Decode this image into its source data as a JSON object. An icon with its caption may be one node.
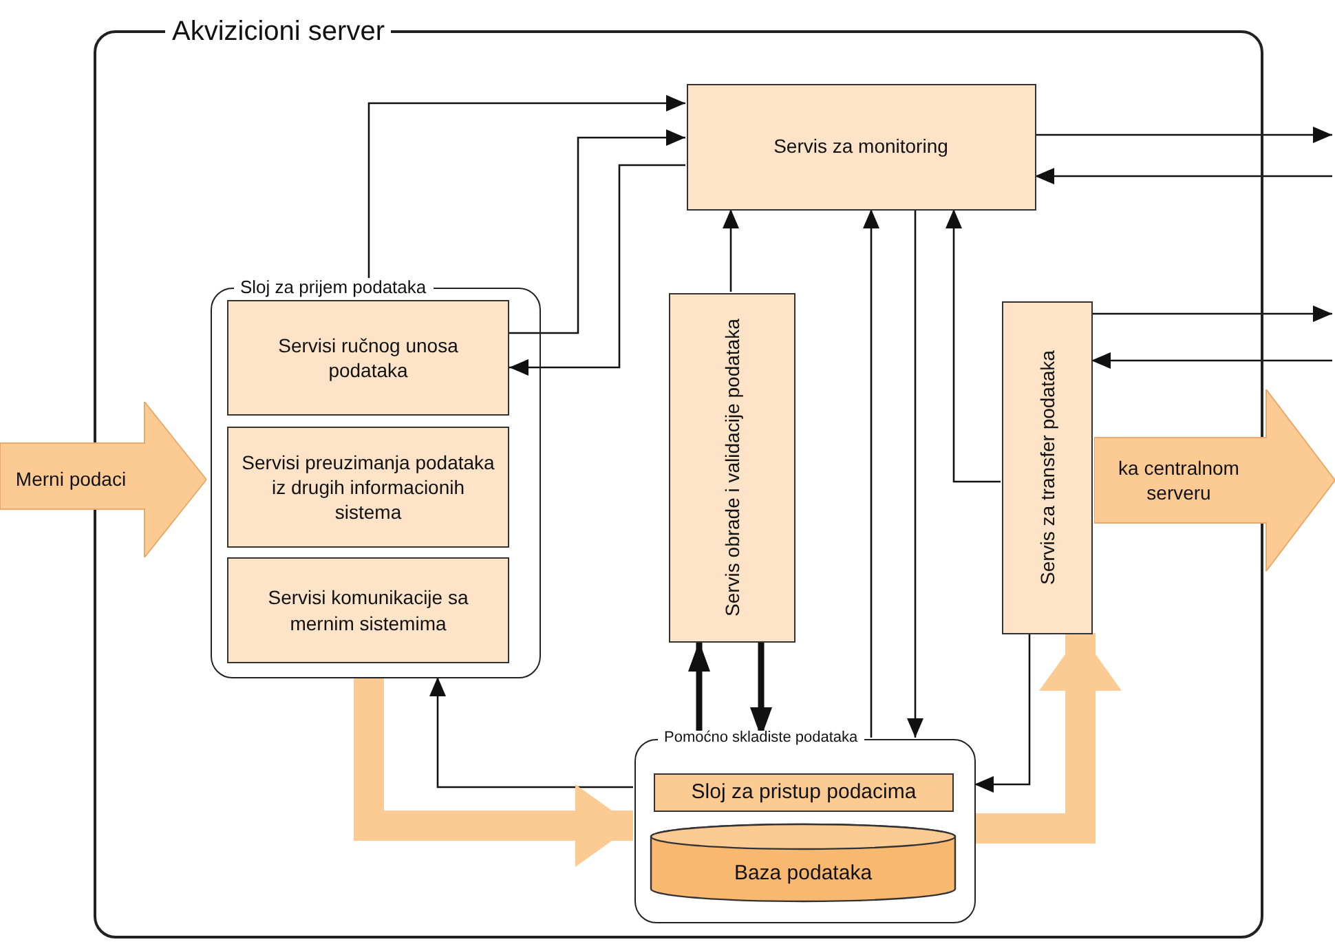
{
  "diagram": {
    "nodes": [
      {
        "text": [
          "Akvizicioni server"
        ]
      },
      {
        "text": [
          "Sloj za prijem podataka"
        ],
        "in": 0
      },
      {
        "text": [
          "Servisi ručnog unosa podataka"
        ],
        "in": 1
      },
      {
        "text": [
          "Servisi preuzimanja podataka iz drugih informacionih sistema"
        ],
        "in": 1
      },
      {
        "text": [
          "Servisi komunikacije sa mernim sistemima"
        ],
        "in": 1
      },
      {
        "text": [
          "Servis za monitoring"
        ],
        "in": 0
      },
      {
        "text": [
          "Servis obrade i validacije podataka"
        ],
        "in": 0
      },
      {
        "text": [
          "Servis za transfer podataka"
        ],
        "in": 0
      },
      {
        "text": [
          "Pomoćno skladiste podataka"
        ],
        "in": 0
      },
      {
        "text": [
          "Sloj za pristup podacima"
        ],
        "in": 8
      },
      {
        "text": [
          "Baza podataka"
        ],
        "in": 8
      },
      {
        "text": [
          "Merni podaci"
        ]
      },
      {
        "text": [
          "ka centralnom serveru"
        ]
      }
    ],
    "edges": [
      {
        "from": 1,
        "to": 5,
        "arrow": "to"
      },
      {
        "from": 2,
        "to": 5,
        "arrow": "to"
      },
      {
        "from": 5,
        "to": 2,
        "arrow": "to"
      },
      {
        "from": 6,
        "to": 5,
        "arrow": "to"
      },
      {
        "from": 8,
        "to": 5,
        "arrow": "to"
      },
      {
        "from": 5,
        "to": 8,
        "arrow": "to"
      },
      {
        "from": 7,
        "to": 5,
        "arrow": "to"
      },
      {
        "from": 5,
        "to": null,
        "arrow": "to"
      },
      {
        "from": null,
        "to": 5,
        "arrow": "to"
      },
      {
        "from": 7,
        "to": null,
        "arrow": "to"
      },
      {
        "from": null,
        "to": 7,
        "arrow": "to"
      },
      {
        "from": 8,
        "to": 6,
        "arrow": "to",
        "style": "thick"
      },
      {
        "from": 6,
        "to": 8,
        "arrow": "to",
        "style": "thick"
      },
      {
        "from": 8,
        "to": 1,
        "arrow": "to"
      },
      {
        "from": 7,
        "to": 8,
        "arrow": "to"
      },
      {
        "from": 1,
        "to": 8,
        "arrow": "to",
        "style": "thick",
        "color": "#fccb94"
      },
      {
        "from": 8,
        "to": 7,
        "arrow": "to",
        "style": "thick",
        "color": "#fccb94"
      }
    ]
  }
}
